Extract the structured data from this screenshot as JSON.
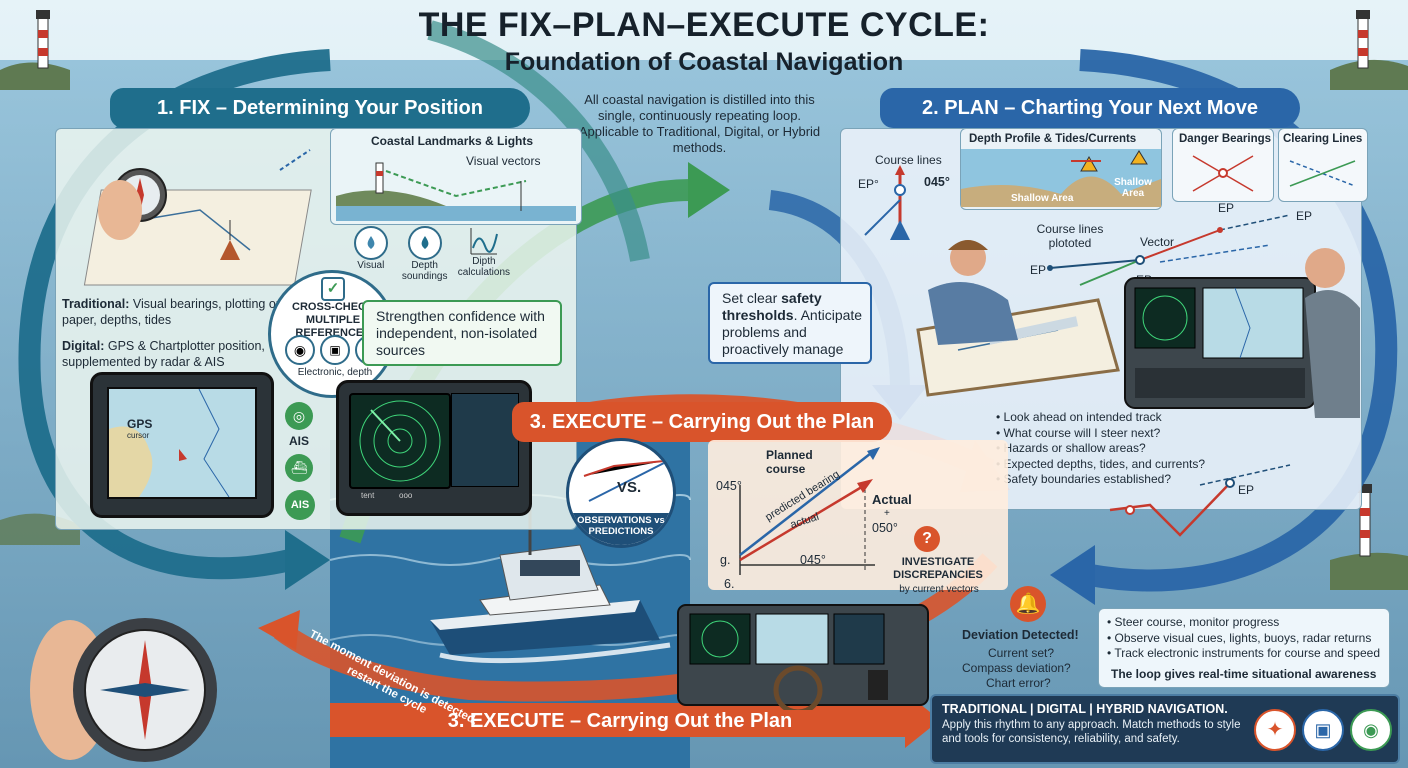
{
  "title": {
    "main": "THE FIX–PLAN–EXECUTE CYCLE:",
    "sub": "Foundation of Coastal Navigation"
  },
  "intro": "All coastal navigation is distilled into this single, continuously repeating loop. Applicable to Traditional, Digital, or Hybrid methods.",
  "fix": {
    "banner": "1. FIX – Determining Your Position",
    "landmarks_title": "Coastal Landmarks & Lights",
    "visual_vectors": "Visual vectors",
    "icons": [
      {
        "icon": "eye-drop-icon",
        "label": "Visual"
      },
      {
        "icon": "water-drop-icon",
        "label": "Depth soundings"
      },
      {
        "icon": "wave-chart-icon",
        "label": "Dipth calculations"
      }
    ],
    "traditional_label": "Traditional:",
    "traditional_text": "Visual bearings, plotting on paper, depths, tides",
    "digital_label": "Digital:",
    "digital_text": "GPS & Chartplotter position, supplemented by radar & AIS",
    "gps_label": "GPS",
    "gps_sub": "cursor",
    "ais_labels": [
      "AIS",
      "AIS"
    ],
    "crosscheck_title": "CROSS-CHECK MULTIPLE REFERENCES",
    "crosscheck_sub": "Electronic, depth",
    "crosscheck_text": "Strengthen confidence with independent, non-isolated sources",
    "radar_text": [
      "tent",
      "ooo"
    ]
  },
  "plan": {
    "banner": "2. PLAN – Charting Your Next Move",
    "depth_title": "Depth Profile & Tides/Currents",
    "shallow_labels": [
      "Shallow Area",
      "Shallow Area"
    ],
    "danger_title": "Danger Bearings",
    "clearing_title": "Clearing Lines",
    "course_lines": "Course lines",
    "ep_labels": [
      "EP°",
      "045°"
    ],
    "course_plotted": "Course lines plototed",
    "vector": "Vector",
    "ep": "EP",
    "safety_text_1": "Set clear ",
    "safety_bold": "safety thresholds",
    "safety_text_2": ". Anticipate problems and proactively manage",
    "questions": [
      "Look ahead on intended track",
      "What course will I steer next?",
      "Hazards or shallow areas?",
      "Expected depths, tides, and currents?",
      "Safety boundaries established?"
    ]
  },
  "execute": {
    "banner": "3. EXECUTE – Carrying Out the Plan",
    "vs": "VS.",
    "obs_vs_pred": "OBSERVATIONS vs PREDICTIONS",
    "planned_course": "Planned course",
    "predicted_bearing": "predicted bearing",
    "actual_line": "actual",
    "actual": "Actual",
    "plus": "+",
    "angle_actual": "050°",
    "angle_planned": "045°",
    "angle_bottom": "045°",
    "axis_letters": [
      "g.",
      "6."
    ],
    "investigate_title": "INVESTIGATE DISCREPANCIES",
    "investigate_sub": "by current vectors",
    "deviation_title": "Deviation Detected!",
    "deviation_items": [
      "Current set?",
      "Compass deviation?",
      "Chart error?"
    ],
    "monitor": [
      "Steer course, monitor progress",
      "Observe visual cues, lights, buoys, radar returns",
      "Track electronic instruments for course and speed"
    ],
    "loop_note": "The loop gives real-time situational awareness",
    "return_text": "The moment deviation is detected, restart the cycle",
    "bottom_banner": "3. EXECUTE – Carrying Out the Plan"
  },
  "footer": {
    "title": "TRADITIONAL | DIGITAL | HYBRID NAVIGATION.",
    "text": "Apply this rhythm to any approach. Match methods to style and tools for consistency, reliability, and safety."
  },
  "colors": {
    "fix": "#1f6e8c",
    "plan": "#2a66a8",
    "execute": "#d9542b",
    "green": "#3c9a54",
    "sea": "#3f86ad"
  }
}
